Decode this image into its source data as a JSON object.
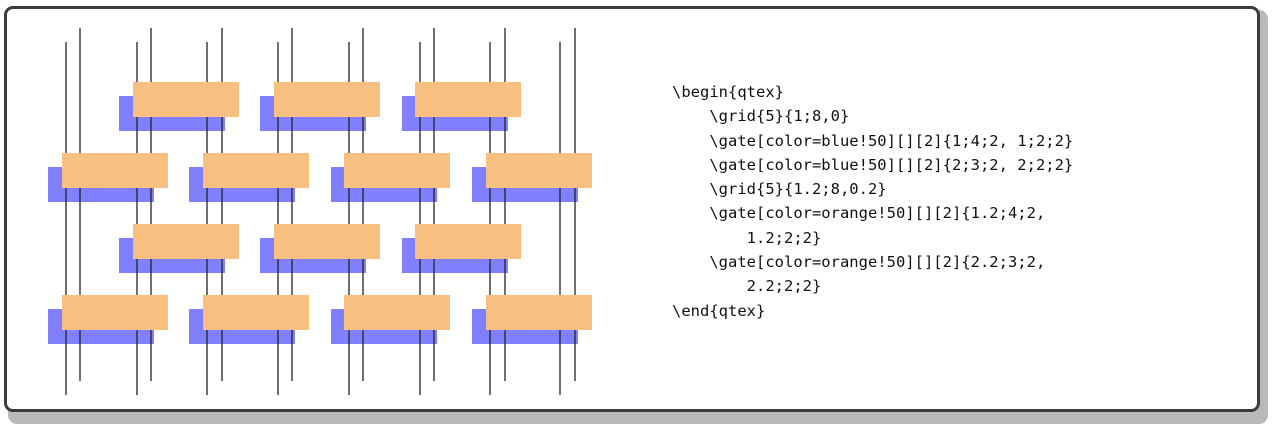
{
  "figure": {
    "colors": {
      "blue_gate": "#8080ff",
      "orange_gate": "#f8c080",
      "wire": "#222222",
      "frame_border": "#3c3c3c",
      "frame_shadow": "#b9b9b9"
    },
    "description_layers": [
      {
        "grid": "\\grid{5}{1;8,0}",
        "gates": [
          {
            "color": "blue!50",
            "spec": "{1;4;2, 1;2;2}"
          },
          {
            "color": "blue!50",
            "spec": "{2;3;2, 2;2;2}"
          }
        ]
      },
      {
        "grid": "\\grid{5}{1.2;8,0.2}",
        "gates": [
          {
            "color": "orange!50",
            "spec": "{1.2;4;2, 1.2;2;2}"
          },
          {
            "color": "orange!50",
            "spec": "{2.2;3;2, 2.2;2;2}"
          }
        ]
      }
    ]
  },
  "code": {
    "lines": [
      "\\begin{qtex}",
      "    \\grid{5}{1;8,0}",
      "    \\gate[color=blue!50][][2]{1;4;2, 1;2;2}",
      "    \\gate[color=blue!50][][2]{2;3;2, 2;2;2}",
      "    \\grid{5}{1.2;8,0.2}",
      "    \\gate[color=orange!50][][2]{1.2;4;2,",
      "        1.2;2;2}",
      "    \\gate[color=orange!50][][2]{2.2;3;2,",
      "        2.2;2;2}",
      "\\end{qtex}"
    ]
  }
}
